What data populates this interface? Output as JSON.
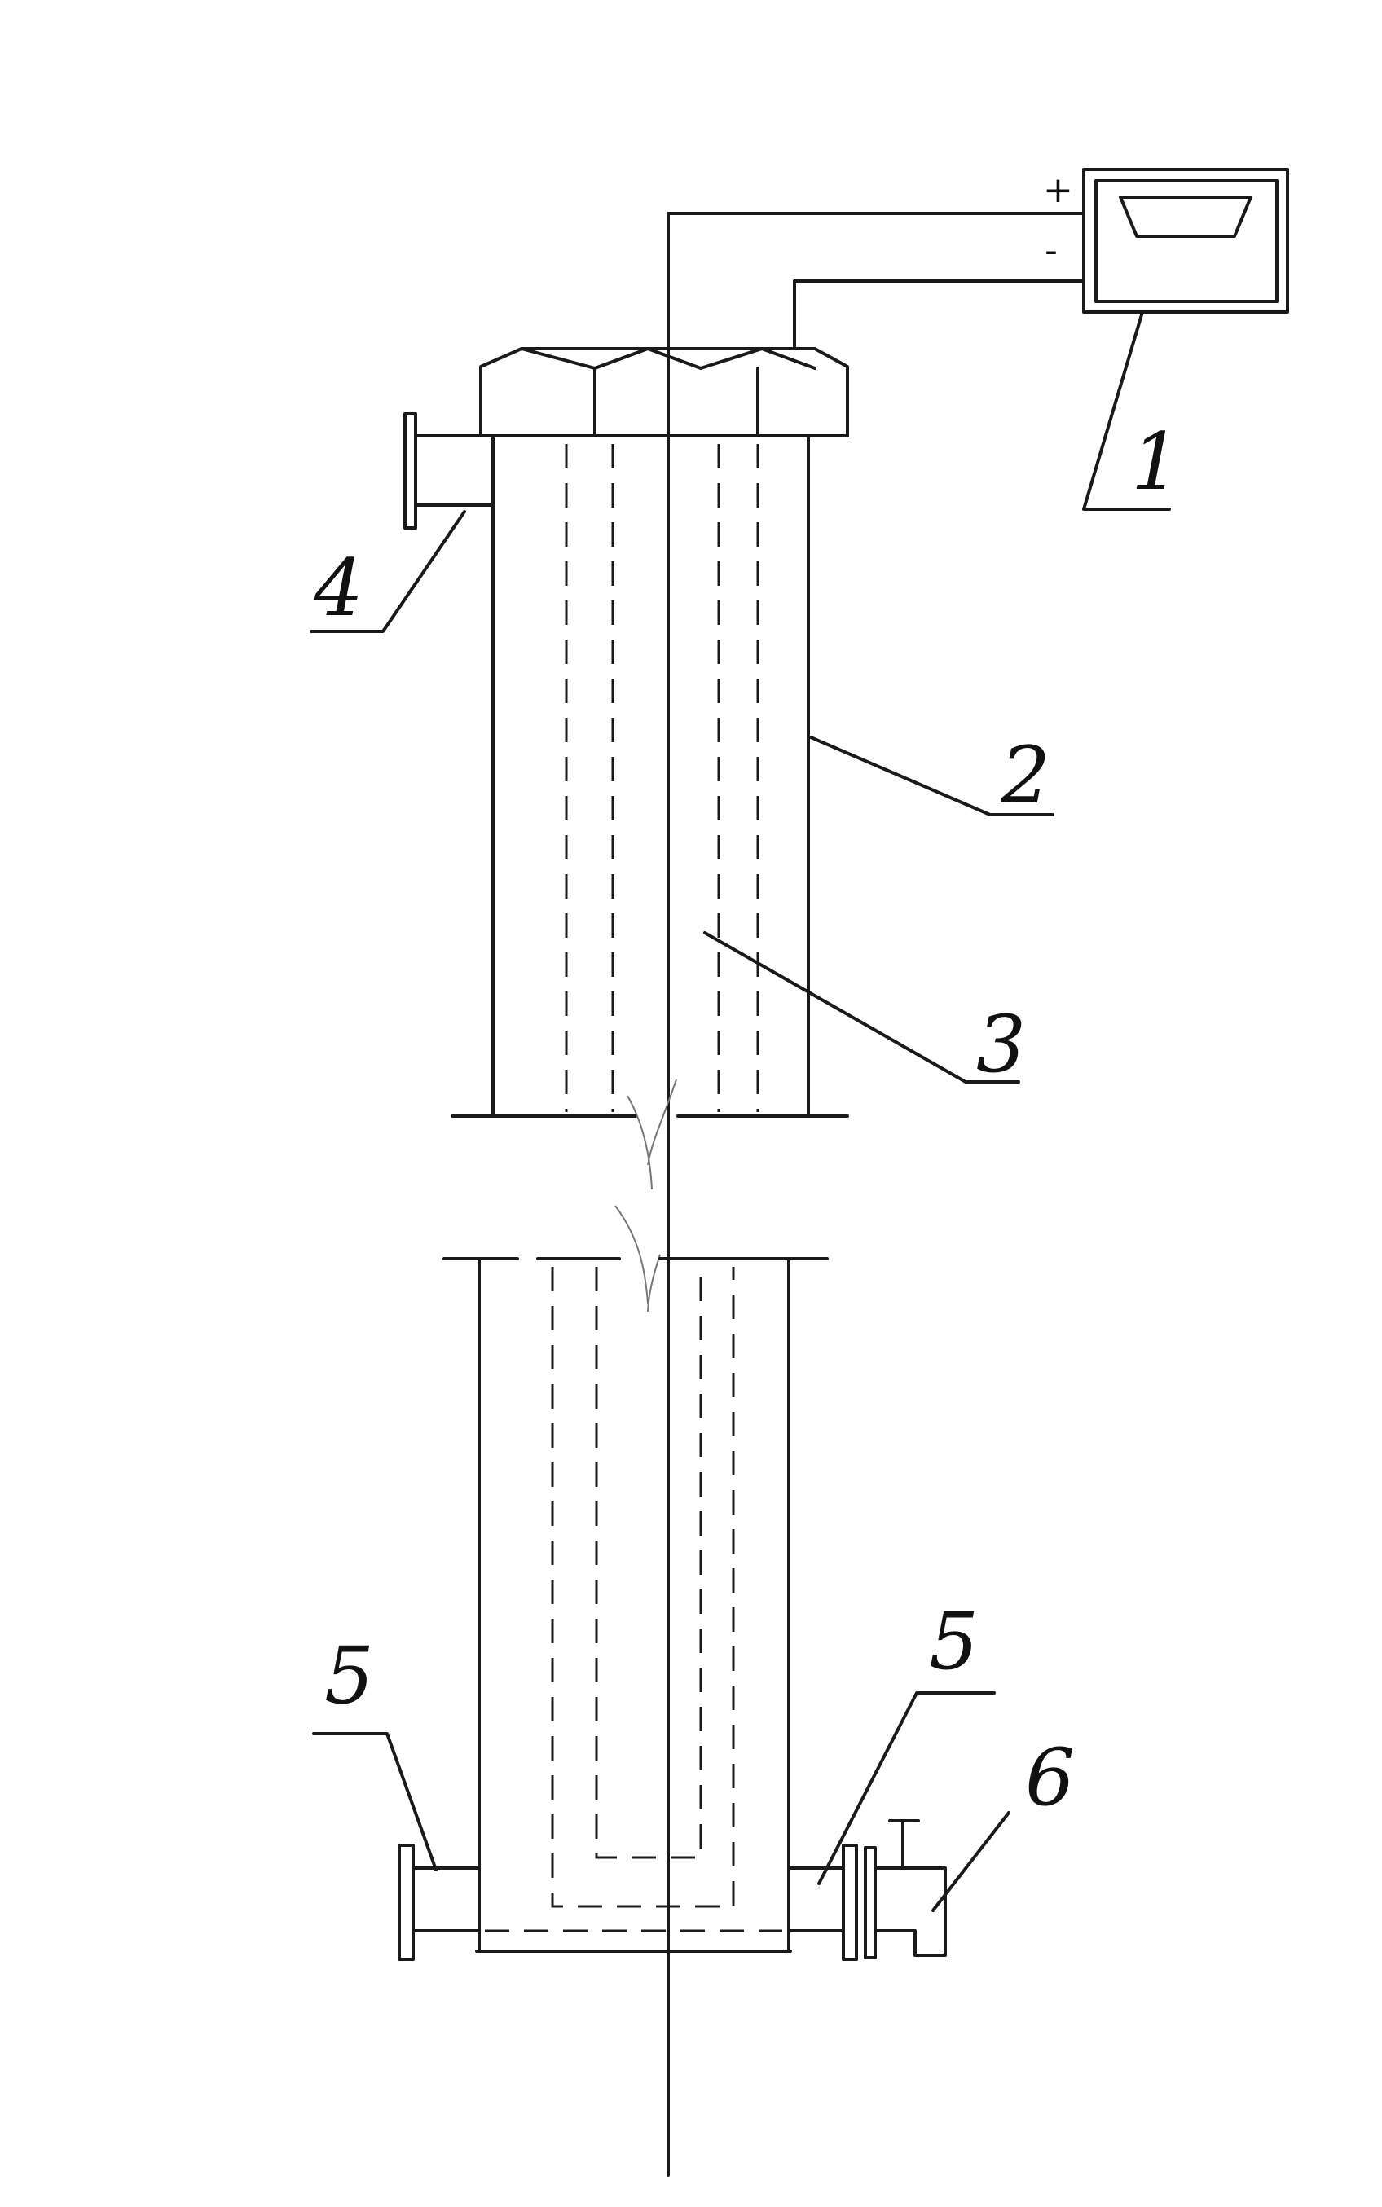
{
  "labels": {
    "power_supply": "1",
    "outer_shell": "2",
    "electrode": "3",
    "top_port": "4",
    "bottom_port_left": "5",
    "bottom_port_right": "5",
    "valve": "6"
  },
  "terminals": {
    "positive": "+",
    "negative": "-"
  }
}
